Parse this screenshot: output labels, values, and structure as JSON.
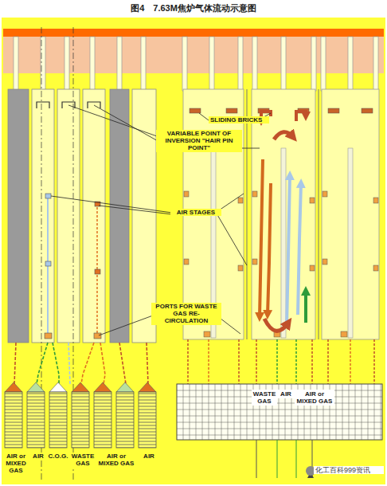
{
  "diagram": {
    "title": "图4　7.63M焦炉气体流动示意图",
    "labels": [
      "SLIDING BRICKS",
      "VARIABLE POINT OF INVERSION \"HAIR PIN POINT\"",
      "AIR STAGES",
      "PORTS FOR WASTE GAS RE-CIRCULATION",
      "WASTE GAS",
      "AIR",
      "AIR or MIXED GAS",
      "AIR or MIXED GAS",
      "AIR",
      "C.O.G.",
      "WASTE GAS",
      "AIR or MIXED GAS",
      "AIR",
      "化工百科999资讯"
    ]
  }
}
